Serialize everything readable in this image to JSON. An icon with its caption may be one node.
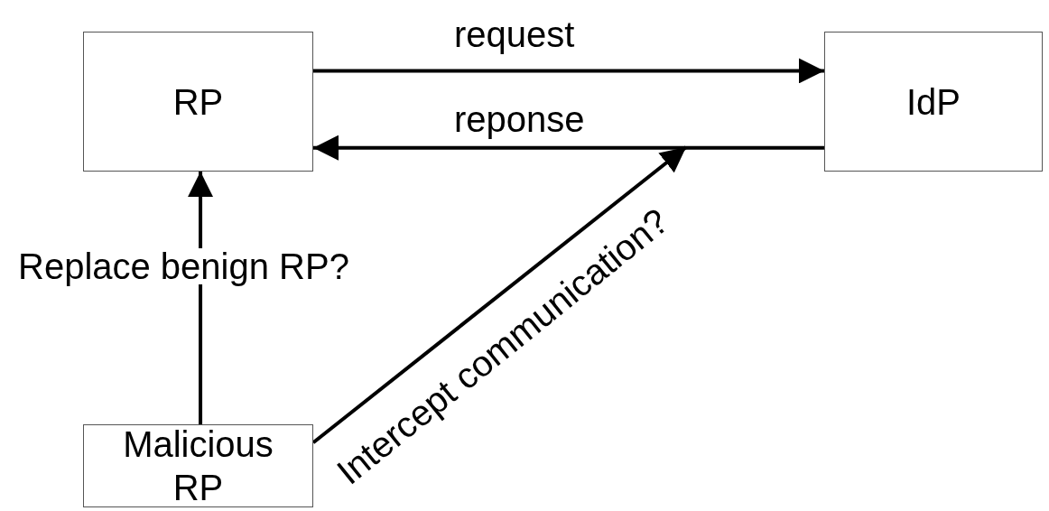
{
  "diagram": {
    "nodes": [
      {
        "text": [
          "RP"
        ]
      },
      {
        "text": [
          "IdP"
        ]
      },
      {
        "text": [
          "Malicious RP"
        ]
      }
    ],
    "edges": [
      {
        "from": 0,
        "to": 1,
        "arrow": "to",
        "label": "request"
      },
      {
        "from": 1,
        "to": 0,
        "arrow": "to",
        "label": "reponse"
      },
      {
        "from": 2,
        "to": 0,
        "arrow": "to",
        "label": "Replace benign RP?"
      },
      {
        "from": 2,
        "to": null,
        "arrow": "to",
        "label": "Intercept communication?"
      }
    ]
  }
}
